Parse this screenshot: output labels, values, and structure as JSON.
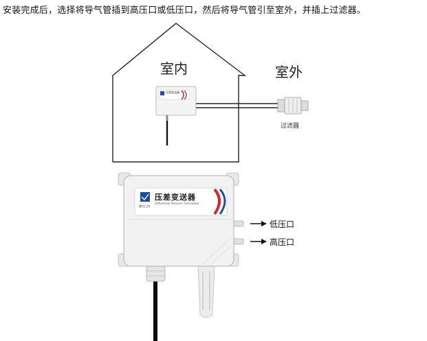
{
  "instruction": "安装完成后，选择将导气管插到高压口或低压口，然后将导气管引至室外，并插上过滤器。",
  "diagram": {
    "indoor_label": "室内",
    "outdoor_label": "室外",
    "filter_label": "过滤器",
    "small_device_label": "压差变送器"
  },
  "device": {
    "name": "压差变送器",
    "subtitle": "Differential Pressure Transmitter",
    "brand": "建大仁科",
    "low_port_label": "低压口",
    "high_port_label": "高压口"
  },
  "colors": {
    "brand_red": "#d8262e",
    "brand_blue": "#1f4f9c",
    "housing": "#f2f2f2"
  }
}
